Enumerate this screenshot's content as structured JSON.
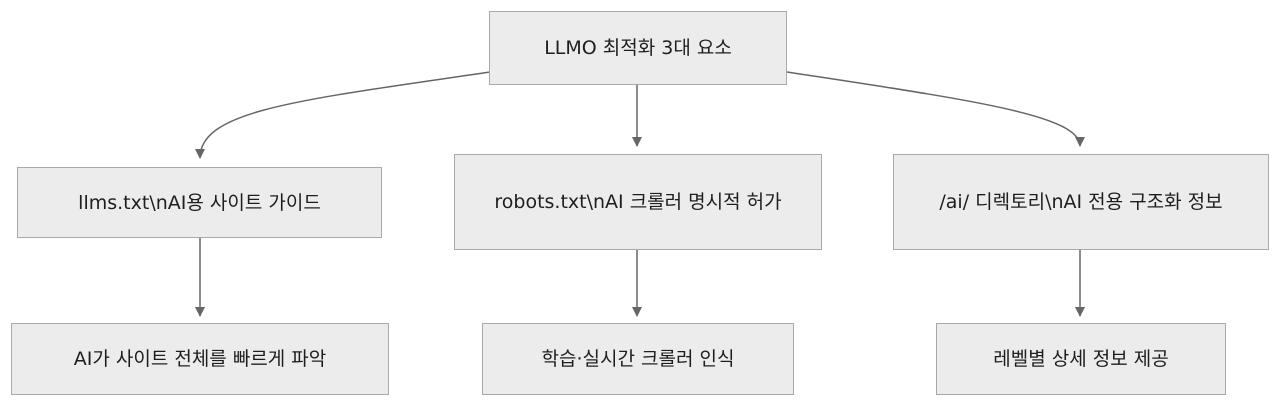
{
  "diagram": {
    "root": {
      "label": "LLMO 최적화 3대 요소"
    },
    "level1": [
      {
        "label": "llms.txt\\nAI용 사이트 가이드"
      },
      {
        "label": "robots.txt\\nAI 크롤러 명시적 허가"
      },
      {
        "label": "/ai/ 디렉토리\\nAI 전용 구조화 정보"
      }
    ],
    "level2": [
      {
        "label": "AI가 사이트 전체를 빠르게 파악"
      },
      {
        "label": "학습·실시간 크롤러 인식"
      },
      {
        "label": "레벨별 상세 정보 제공"
      }
    ]
  },
  "colors": {
    "node_fill": "#ececec",
    "node_border": "#a9a9a9",
    "edge": "#666666",
    "text": "#1e1e1e"
  }
}
